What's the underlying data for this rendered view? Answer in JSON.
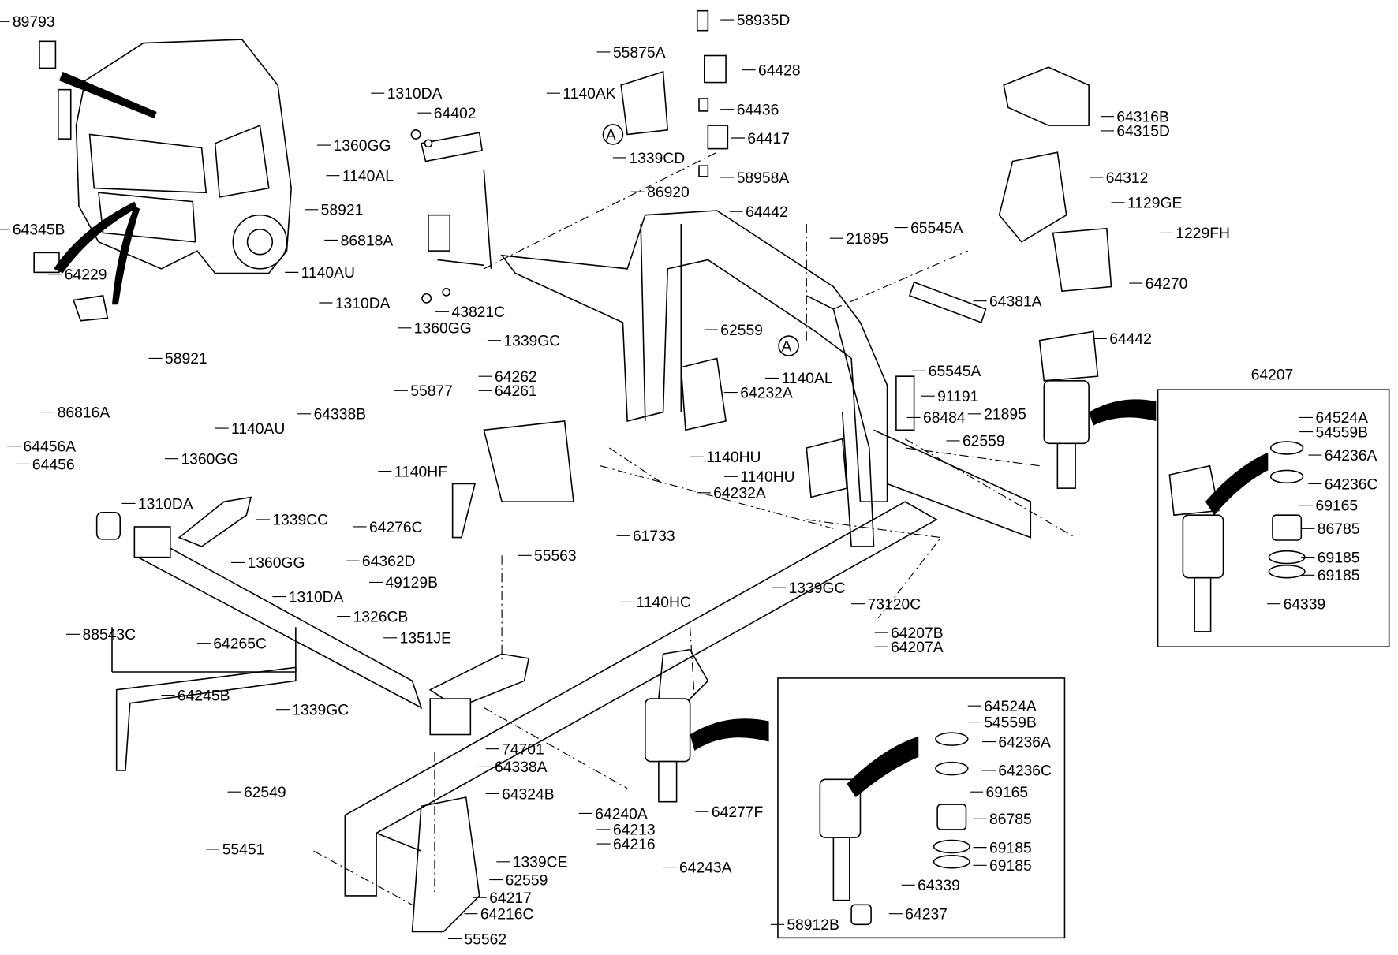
{
  "diagram": {
    "type": "exploded parts diagram",
    "reference_marker": "A",
    "labels": [
      "89793",
      "64345B",
      "64229",
      "1310DA",
      "64402",
      "1360GG",
      "1140AL",
      "58921",
      "86818A",
      "1140AU",
      "1310DA",
      "43821C",
      "1360GG",
      "55875A",
      "1140AK",
      "1339CD",
      "58935D",
      "64428",
      "64436",
      "64417",
      "58958A",
      "86920",
      "64442",
      "21895",
      "65545A",
      "64381A",
      "65545A",
      "64442",
      "21895",
      "62559",
      "68484",
      "91191",
      "64316B",
      "64315D",
      "64312",
      "1129GE",
      "1229FH",
      "64270",
      "62559",
      "1339GC",
      "1140AL",
      "64232A",
      "1140HU",
      "1140HU",
      "64232A",
      "61733",
      "58921",
      "86816A",
      "1140AU",
      "64456A",
      "64456",
      "1360GG",
      "1310DA",
      "64338B",
      "55877",
      "64262",
      "64261",
      "1140HF",
      "64276C",
      "64362D",
      "49129B",
      "55563",
      "1339CC",
      "1360GG",
      "1310DA",
      "88543C",
      "64265C",
      "64245B",
      "1326CB",
      "1351JE",
      "1339GC",
      "1339GC",
      "73120C",
      "1140HC",
      "64207B",
      "64207A",
      "74701",
      "64338A",
      "62549",
      "64324B",
      "64240A",
      "64213",
      "64216",
      "64277F",
      "64243A",
      "55451",
      "1339CE",
      "62559",
      "64217",
      "64216C",
      "55562"
    ],
    "inset_front": {
      "labels": [
        "64524A",
        "54559B",
        "64236A",
        "64236C",
        "69165",
        "86785",
        "69185",
        "69185",
        "64339",
        "58912B",
        "64237"
      ]
    },
    "inset_rear": {
      "title": "64207",
      "labels": [
        "64524A",
        "54559B",
        "64236A",
        "64236C",
        "69165",
        "86785",
        "69185",
        "69185",
        "64339"
      ]
    }
  }
}
